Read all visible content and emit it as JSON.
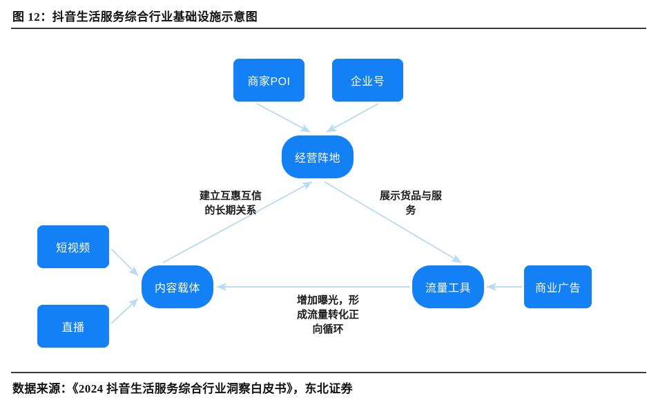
{
  "figure": {
    "title": "图 12：抖音生活服务综合行业基础设施示意图",
    "source": "数据来源：《2024 抖音生活服务综合行业洞察白皮书》，东北证券"
  },
  "colors": {
    "node_fill": "#1380f5",
    "node_text": "#ffffff",
    "edge": "#b9dcf5",
    "rule": "#3a3a3a",
    "label_text": "#1a1a1a",
    "background": "#ffffff"
  },
  "diagram": {
    "type": "flow-diagram",
    "nodes": [
      {
        "id": "merchant-poi",
        "label": "商家POI",
        "shape": "rounded-rect"
      },
      {
        "id": "enterprise",
        "label": "企业号",
        "shape": "rounded-rect"
      },
      {
        "id": "base",
        "label": "经营阵地",
        "shape": "pill"
      },
      {
        "id": "short-video",
        "label": "短视频",
        "shape": "rounded-rect"
      },
      {
        "id": "live",
        "label": "直播",
        "shape": "rounded-rect"
      },
      {
        "id": "content",
        "label": "内容载体",
        "shape": "pill"
      },
      {
        "id": "traffic",
        "label": "流量工具",
        "shape": "pill"
      },
      {
        "id": "ads",
        "label": "商业广告",
        "shape": "rounded-rect"
      }
    ],
    "edges": [
      {
        "from": "merchant-poi",
        "to": "base",
        "label": ""
      },
      {
        "from": "enterprise",
        "to": "base",
        "label": ""
      },
      {
        "from": "short-video",
        "to": "content",
        "label": ""
      },
      {
        "from": "live",
        "to": "content",
        "label": ""
      },
      {
        "from": "content",
        "to": "base",
        "label": "建立互惠互信\n的长期关系"
      },
      {
        "from": "base",
        "to": "traffic",
        "label": "展示货品与服\n务"
      },
      {
        "from": "traffic",
        "to": "content",
        "label": "增加曝光，形\n成流量转化正\n向循环"
      },
      {
        "from": "ads",
        "to": "traffic",
        "label": ""
      }
    ],
    "labels": {
      "trust": "建立互惠互信\n的长期关系",
      "goods": "展示货品与服\n务",
      "traffic_loop": "增加曝光，形\n成流量转化正\n向循环"
    }
  }
}
